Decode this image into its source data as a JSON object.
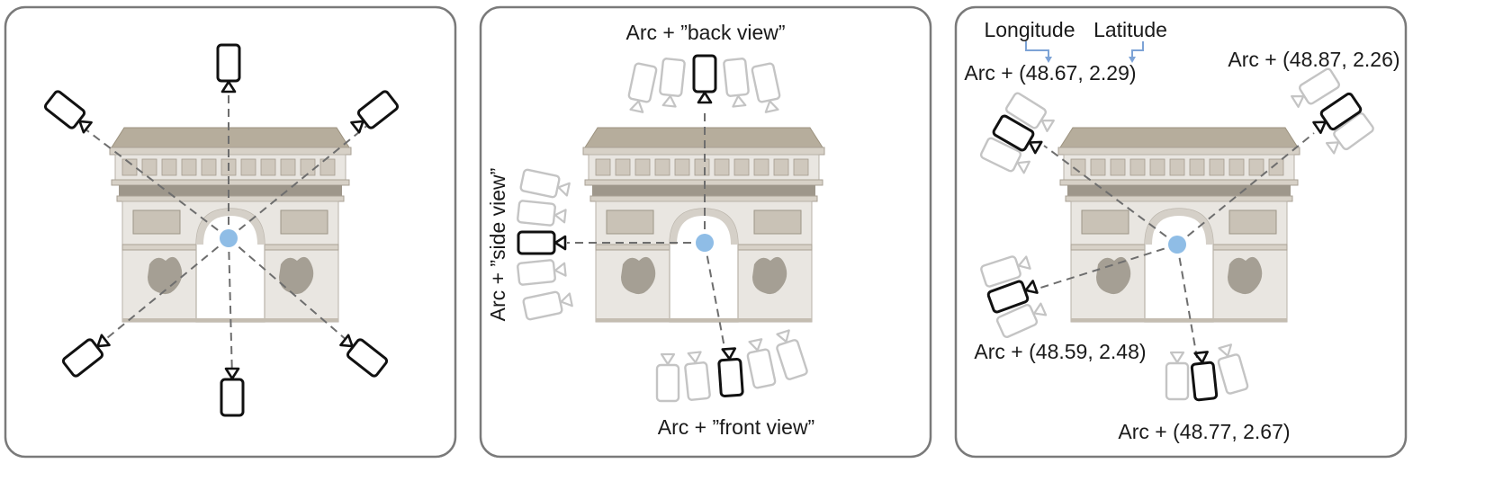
{
  "panels": [
    {
      "id": "panel-1",
      "labels": []
    },
    {
      "id": "panel-2",
      "labels": {
        "back": "Arc + ”back view”",
        "side": "Arc + ”side view”",
        "front": "Arc + ”front view”"
      }
    },
    {
      "id": "panel-3",
      "headers": {
        "longitude": "Longitude",
        "latitude": "Latitude"
      },
      "labels": {
        "top_left": "Arc + (48.67, 2.29)",
        "top_right": "Arc + (48.87, 2.26)",
        "bottom_left": "Arc + (48.59, 2.48)",
        "bottom": "Arc + (48.77, 2.67)"
      }
    }
  ],
  "colors": {
    "frame": "#7a7a7a",
    "active_camera": "#111111",
    "ghost_camera": "#c4c4c4",
    "center_dot": "#8fbde6",
    "annotation_arrow": "#7da3d6",
    "ray": "#6e6e6e"
  },
  "icons": [
    "camera-icon",
    "monument-icon",
    "center-point-icon"
  ]
}
